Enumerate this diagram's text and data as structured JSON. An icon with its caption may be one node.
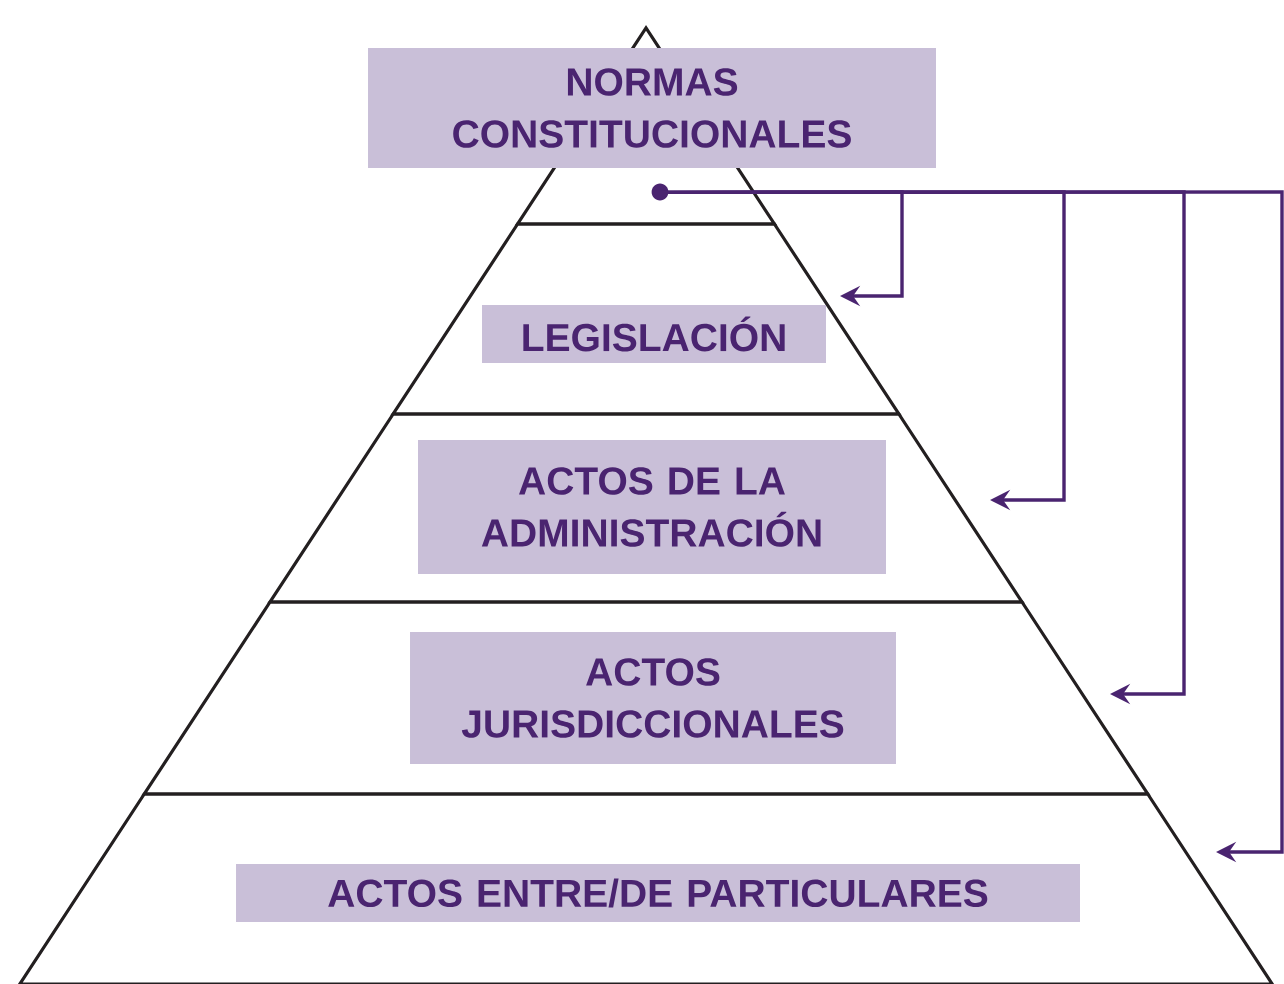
{
  "diagram": {
    "nodes": [
      {
        "text": [
          "NORMAS CONSTITUCIONALES"
        ]
      },
      {
        "text": [
          "LEGISLACIÓN"
        ]
      },
      {
        "text": [
          "ACTOS DE LA ADMINISTRACIÓN"
        ]
      },
      {
        "text": [
          "ACTOS JURISDICCIONALES"
        ]
      },
      {
        "text": [
          "ACTOS ENTRE/DE PARTICULARES"
        ]
      }
    ],
    "edges": [
      {
        "from": 0,
        "to": 1,
        "arrow": "to"
      },
      {
        "from": 0,
        "to": 2,
        "arrow": "to"
      },
      {
        "from": 0,
        "to": 3,
        "arrow": "to"
      },
      {
        "from": 0,
        "to": 4,
        "arrow": "to"
      }
    ]
  }
}
